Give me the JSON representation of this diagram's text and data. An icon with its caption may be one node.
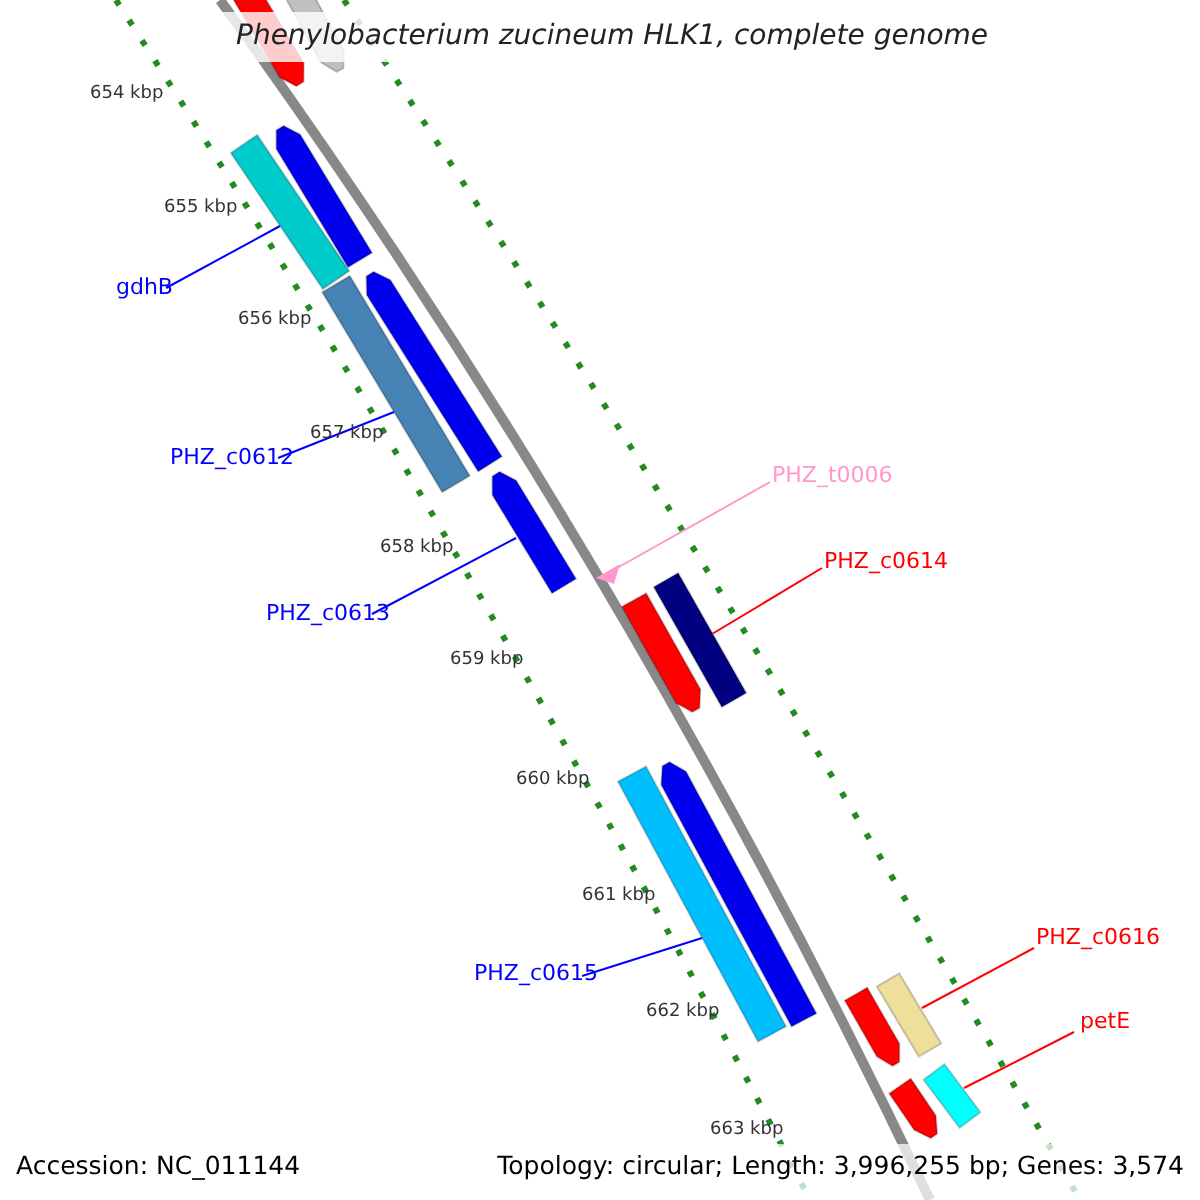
{
  "diagram": {
    "title": "Phenylobacterium zucineum HLK1, complete genome",
    "nodes": [
      {
        "text": [
          "gdhB"
        ]
      },
      {
        "text": [
          "PHZ_c0612"
        ]
      },
      {
        "text": [
          "PHZ_c0613"
        ]
      },
      {
        "text": [
          "PHZ_t0006"
        ]
      },
      {
        "text": [
          "PHZ_c0614"
        ]
      },
      {
        "text": [
          "PHZ_c0615"
        ]
      },
      {
        "text": [
          "PHZ_c0616"
        ]
      },
      {
        "text": [
          "petE"
        ]
      },
      {
        "text": [],
        "shape": "bar"
      },
      {
        "text": [],
        "shape": "bar"
      },
      {
        "text": [],
        "shape": "bar"
      },
      {
        "text": [],
        "shape": "triangle"
      },
      {
        "text": [],
        "shape": "bar"
      },
      {
        "text": [],
        "shape": "bar"
      },
      {
        "text": [],
        "shape": "bar"
      },
      {
        "text": [],
        "shape": "bar"
      },
      {
        "text": [],
        "shape": "bar"
      }
    ],
    "edges": [
      {
        "from": 0,
        "to": 8,
        "arrow": "none"
      },
      {
        "from": 1,
        "to": 9,
        "arrow": "none"
      },
      {
        "from": 2,
        "to": 10,
        "arrow": "none"
      },
      {
        "from": 3,
        "to": 11,
        "arrow": "none",
        "color": "#ff99cc"
      },
      {
        "from": 4,
        "to": 12,
        "arrow": "none",
        "color": "#ff0000"
      },
      {
        "from": 5,
        "to": 13,
        "arrow": "none"
      },
      {
        "from": 6,
        "to": 14,
        "arrow": "none",
        "color": "#ff0000"
      },
      {
        "from": 7,
        "to": 15,
        "arrow": "none",
        "color": "#ff0000"
      }
    ],
    "labels": [
      "654 kbp",
      "655 kbp",
      "656 kbp",
      "657 kbp",
      "658 kbp",
      "659 kbp",
      "660 kbp",
      "661 kbp",
      "662 kbp",
      "663 kbp",
      "Accession: NC_011144",
      "Topology: circular; Length: 3,996,255 bp; Genes: 3,574"
    ]
  }
}
